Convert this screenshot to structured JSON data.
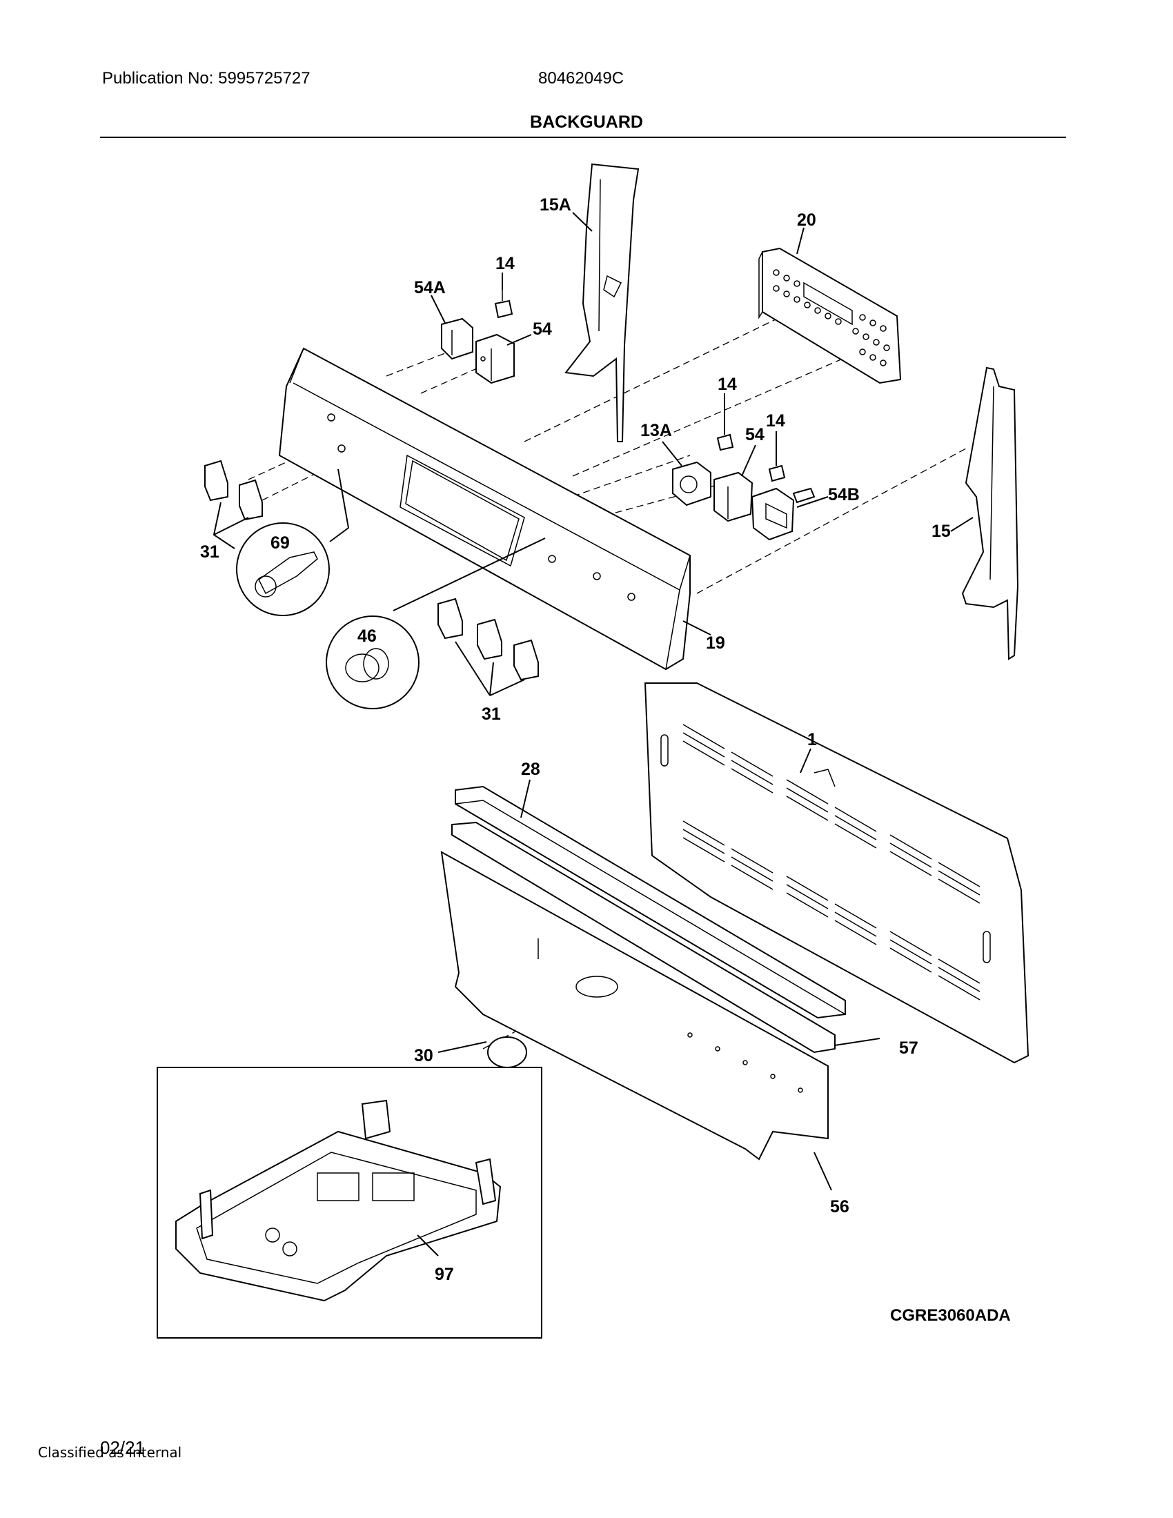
{
  "header": {
    "publication": "Publication No: 5995725727",
    "model": "80462049C",
    "title": "BACKGUARD"
  },
  "callouts": {
    "c15A": "15A",
    "c20": "20",
    "c14a": "14",
    "c54A": "54A",
    "c54a": "54",
    "c14b": "14",
    "c14c": "14",
    "c13A": "13A",
    "c54b": "54",
    "c54B": "54B",
    "c15": "15",
    "c31a": "31",
    "c69": "69",
    "c46": "46",
    "c19": "19",
    "c31b": "31",
    "c1": "1",
    "c28": "28",
    "c57": "57",
    "c30": "30",
    "c56": "56",
    "c97": "97"
  },
  "footer": {
    "figure_code": "CGRE3060ADA",
    "date": "02/21",
    "classification": "Classified as Internal"
  }
}
